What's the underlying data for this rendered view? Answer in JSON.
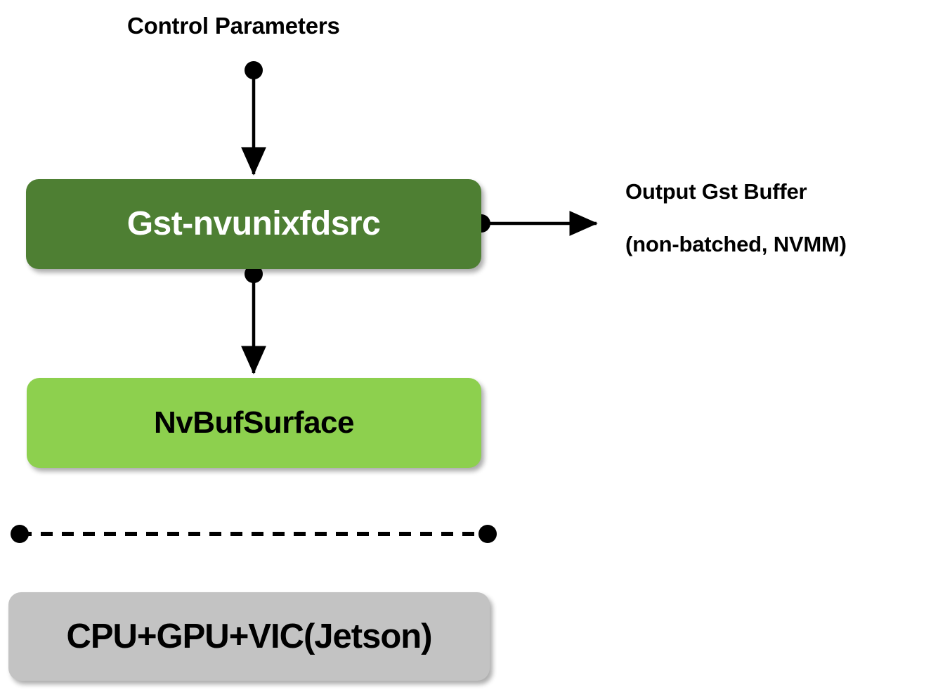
{
  "diagram": {
    "title_label": "Control Parameters",
    "nodes": [
      {
        "id": "gst-nvunixfdsrc",
        "label": "Gst-nvunixfdsrc",
        "fill": "#4E7F33",
        "text_color": "#FFFFFF"
      },
      {
        "id": "nvbufsurface",
        "label": "NvBufSurface",
        "fill": "#8DD04E",
        "text_color": "#000000"
      },
      {
        "id": "hardware",
        "label": "CPU+GPU+VIC(Jetson)",
        "fill": "#C3C3C3",
        "text_color": "#000000"
      }
    ],
    "output_annotation": {
      "line1": "Output Gst Buffer",
      "line2": "(non-batched, NVMM)"
    },
    "connectors": [
      {
        "id": "control-parameters-arrow",
        "from": "control-parameters-label",
        "to": "gst-nvunixfdsrc",
        "style": "solid-arrow-with-dot"
      },
      {
        "id": "gst-to-nvbufsurface-arrow",
        "from": "gst-nvunixfdsrc",
        "to": "nvbufsurface",
        "style": "solid-arrow-with-dot"
      },
      {
        "id": "gst-output-arrow",
        "from": "gst-nvunixfdsrc",
        "to": "output-annotation",
        "style": "solid-arrow-with-dot"
      },
      {
        "id": "hardware-divider",
        "style": "dashed-line-with-dots"
      }
    ],
    "line_color": "#000000"
  }
}
